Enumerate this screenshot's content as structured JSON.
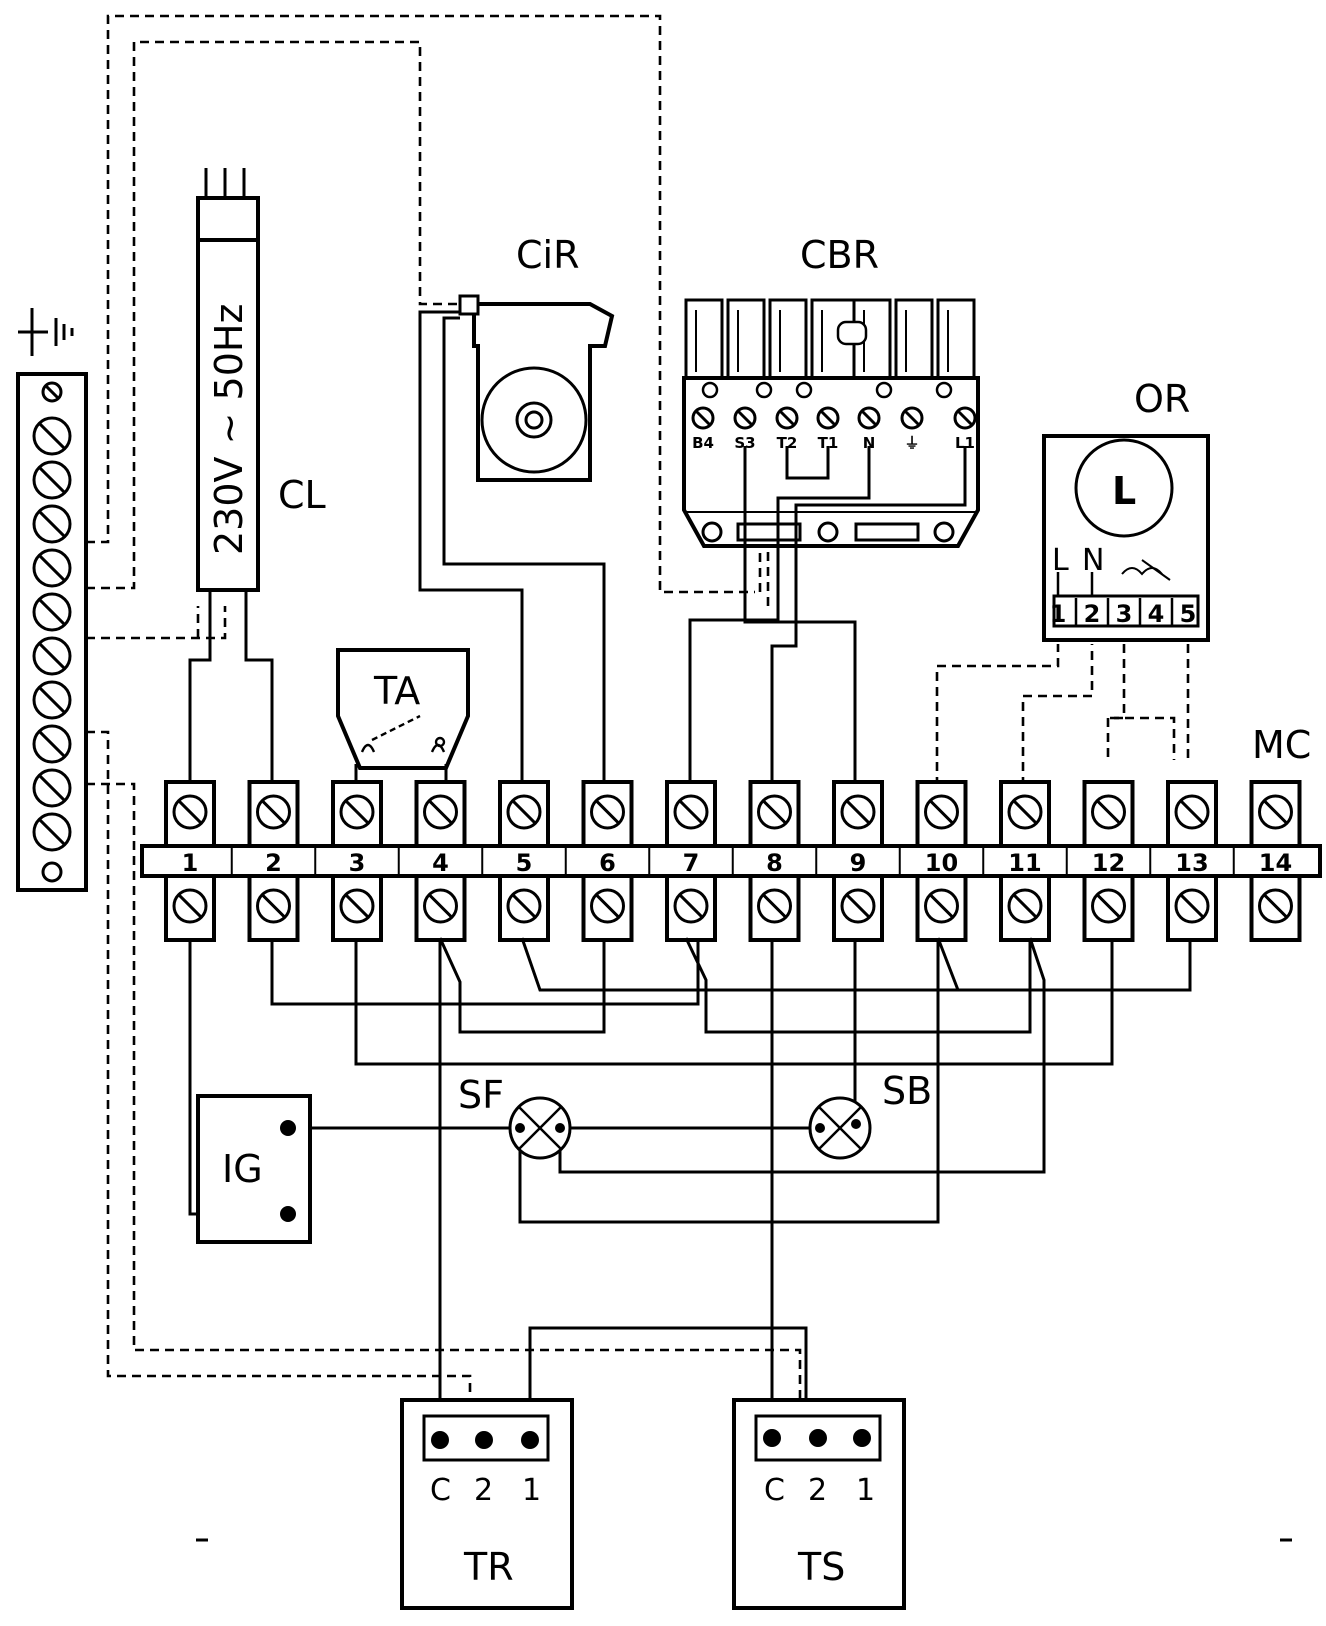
{
  "labels": {
    "cl": "CL",
    "cl_rating": "230V ~ 50Hz",
    "cir": "CiR",
    "cbr": "CBR",
    "or": "OR",
    "ta": "TA",
    "mc": "MC",
    "sf": "SF",
    "sb": "SB",
    "ig": "IG",
    "tr": "TR",
    "ts": "TS"
  },
  "terminal_block": [
    "1",
    "2",
    "3",
    "4",
    "5",
    "6",
    "7",
    "8",
    "9",
    "10",
    "11",
    "12",
    "13",
    "14"
  ],
  "cbr_terminals": [
    "B4",
    "S3",
    "T2",
    "T1",
    "N",
    "⏚",
    "L1"
  ],
  "or_terminals": [
    "1",
    "2",
    "3",
    "4",
    "5"
  ],
  "or_labels": {
    "l": "L",
    "n": "N",
    "clock": "L"
  },
  "tr_terminals": [
    "C",
    "2",
    "1"
  ],
  "ts_terminals": [
    "C",
    "2",
    "1"
  ],
  "earth_symbol": "⏚"
}
